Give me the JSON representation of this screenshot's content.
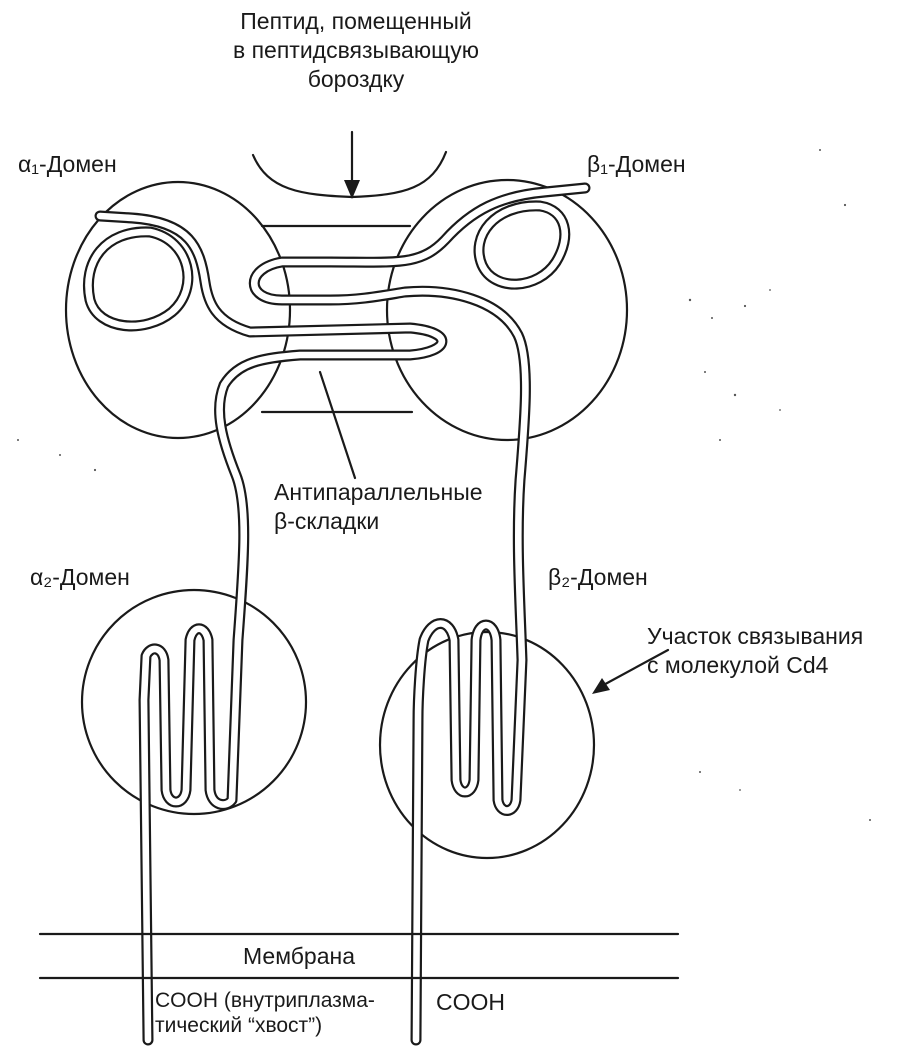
{
  "labels": {
    "peptide": [
      "Пептид, помещенный",
      "в пептидсвязывающую",
      "бороздку"
    ],
    "alpha1_domain": "α₁-Домен",
    "beta1_domain": "β₁-Домен",
    "antiparallel": [
      "Антипараллельные",
      "β-складки"
    ],
    "alpha2_domain": "α₂-Домен",
    "beta2_domain": "β₂-Домен",
    "binding_site": [
      "Участок связывания",
      "с молекулой Cd4"
    ],
    "membrane": "Мембрана",
    "cooh_left": [
      "COOH (внутриплазма-",
      "тический “хвост”)"
    ],
    "cooh_right": "COOH"
  }
}
